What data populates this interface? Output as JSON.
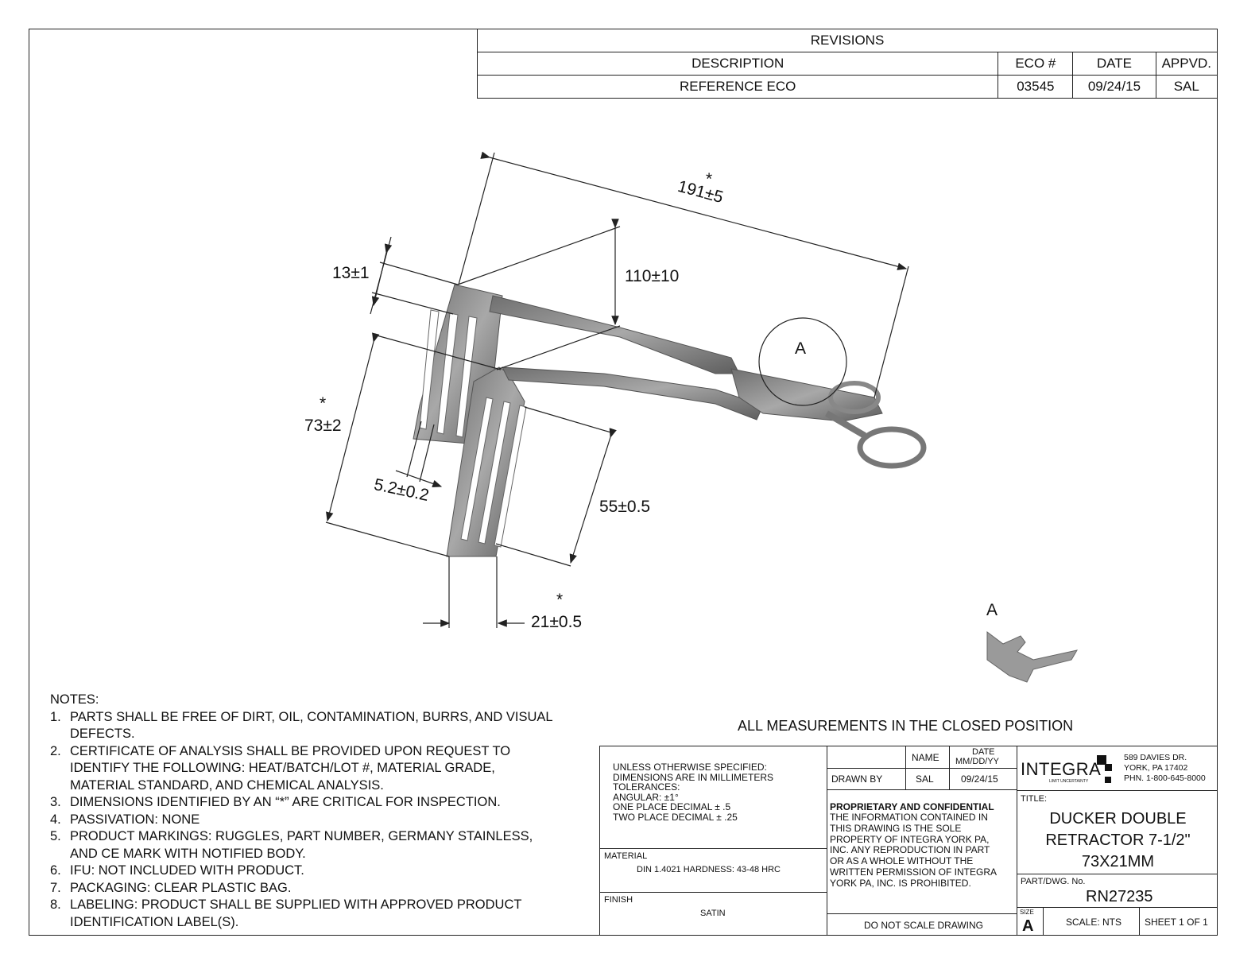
{
  "revisions": {
    "header": "REVISIONS",
    "columns": [
      "DESCRIPTION",
      "ECO #",
      "DATE",
      "APPVD."
    ],
    "rows": [
      {
        "description": "REFERENCE ECO",
        "eco": "03545",
        "date": "09/24/15",
        "appvd": "SAL"
      }
    ]
  },
  "dimensions": {
    "overall_length": "191±5",
    "overall_length_mark": "*",
    "height": "110±10",
    "blade_width_small": "13±1",
    "blade_length_long": "73±2",
    "blade_length_long_mark": "*",
    "slot_width": "5.2±0.2",
    "blade_length_short": "55±0.5",
    "blade_width_large": "21±0.5",
    "blade_width_large_mark": "*",
    "detail_callout": "A",
    "detail_label": "A"
  },
  "notes": {
    "title": "NOTES:",
    "items": [
      {
        "num": "1.",
        "text": "PARTS SHALL BE FREE OF DIRT, OIL, CONTAMINATION, BURRS, AND VISUAL DEFECTS."
      },
      {
        "num": "2.",
        "text": "CERTIFICATE OF ANALYSIS SHALL BE PROVIDED UPON REQUEST TO IDENTIFY THE FOLLOWING: HEAT/BATCH/LOT #, MATERIAL GRADE, MATERIAL STANDARD, AND CHEMICAL ANALYSIS."
      },
      {
        "num": "3.",
        "text": "DIMENSIONS IDENTIFIED BY AN “*” ARE CRITICAL FOR INSPECTION."
      },
      {
        "num": "4.",
        "text": "PASSIVATION: NONE"
      },
      {
        "num": "5.",
        "text": "PRODUCT MARKINGS: RUGGLES, PART NUMBER, GERMANY STAINLESS, AND CE MARK WITH NOTIFIED BODY."
      },
      {
        "num": "6.",
        "text": "IFU: NOT INCLUDED WITH PRODUCT."
      },
      {
        "num": "7.",
        "text": "PACKAGING: CLEAR PLASTIC BAG."
      },
      {
        "num": "8.",
        "text": "LABELING: PRODUCT SHALL BE SUPPLIED WITH APPROVED PRODUCT IDENTIFICATION LABEL(S)."
      }
    ]
  },
  "all_measurements": "ALL MEASUREMENTS IN THE CLOSED POSITION",
  "title_block": {
    "unless_lines": [
      "UNLESS OTHERWISE SPECIFIED:",
      "DIMENSIONS ARE IN MILLIMETERS",
      "TOLERANCES:",
      "ANGULAR: ±1°",
      "ONE PLACE DECIMAL ± .5",
      "TWO PLACE DECIMAL ± .25"
    ],
    "material_label": "MATERIAL",
    "material_value": "DIN 1.4021    HARDNESS: 43-48 HRC",
    "finish_label": "FINISH",
    "finish_value": "SATIN",
    "name_header": "NAME",
    "date_header_1": "DATE",
    "date_header_2": "MM/DD/YY",
    "drawn_by_label": "DRAWN BY",
    "drawn_by_name": "SAL",
    "drawn_by_date": "09/24/15",
    "proprietary_title": "PROPRIETARY AND CONFIDENTIAL",
    "proprietary_lines": [
      "THE INFORMATION CONTAINED IN",
      "THIS DRAWING IS THE SOLE",
      "PROPERTY OF INTEGRA YORK PA,",
      "INC.  ANY REPRODUCTION IN PART",
      "OR AS A WHOLE WITHOUT THE",
      "WRITTEN PERMISSION OF INTEGRA",
      "YORK PA, INC. IS PROHIBITED."
    ],
    "do_not_scale": "DO NOT SCALE DRAWING",
    "company_logo": "INTEGRA",
    "company_tagline": "LIMIT UNCERTAINTY",
    "address_lines": [
      "589 DAVIES DR.",
      "YORK, PA 17402",
      "PHN. 1-800-645-8000"
    ],
    "title_label": "TITLE:",
    "title_lines": [
      "DUCKER DOUBLE",
      "RETRACTOR 7-1/2\"",
      "73X21MM"
    ],
    "part_label": "PART/DWG. No.",
    "part_number": "RN27235",
    "size_label": "SIZE",
    "size_value": "A",
    "scale": "SCALE: NTS",
    "sheet": "SHEET 1 OF 1"
  }
}
